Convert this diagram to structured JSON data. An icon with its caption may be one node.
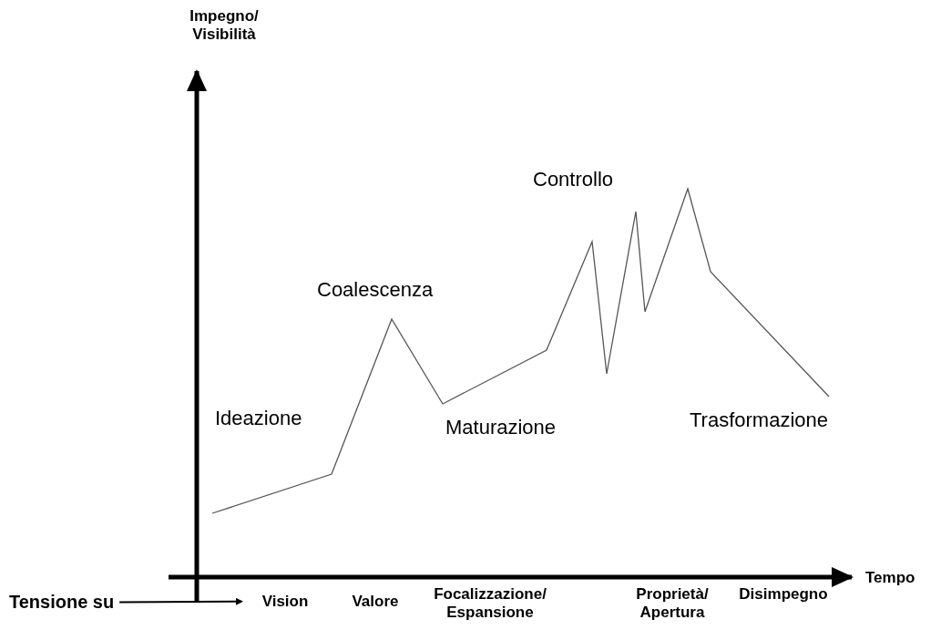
{
  "diagram": {
    "nodes": [
      {
        "text": [
          "Tensione su"
        ]
      },
      {
        "text": [
          "Vision"
        ]
      },
      {
        "text": [
          "Valore"
        ]
      },
      {
        "text": [
          "Focalizzazione/ Espansione"
        ]
      },
      {
        "text": [
          "Proprietà/ Apertura"
        ]
      },
      {
        "text": [
          "Disimpegno"
        ]
      }
    ],
    "edges": [
      {
        "from": 0,
        "to": 1,
        "arrow": "to"
      }
    ],
    "labels": [
      "Impegno/ Visibilità",
      "Controllo",
      "Coalescenza",
      "Ideazione",
      "Maturazione",
      "Trasformazione",
      "Tempo"
    ]
  }
}
